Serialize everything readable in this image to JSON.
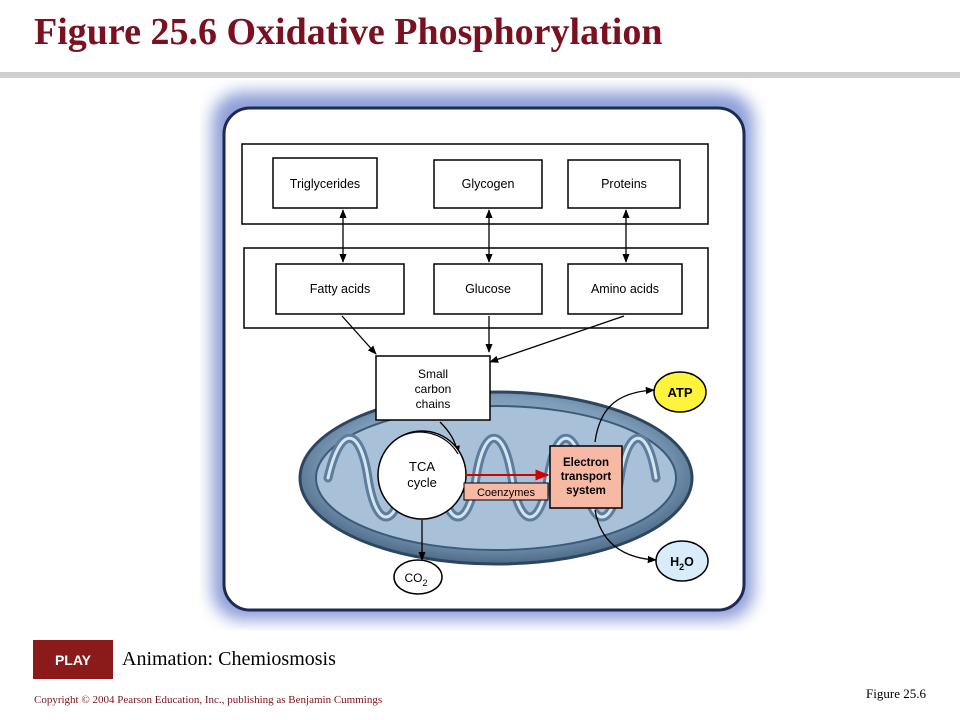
{
  "slide": {
    "title": "Figure 25.6  Oxidative Phosphorylation",
    "play_label": "PLAY",
    "animation_caption": "Animation: Chemiosmosis",
    "copyright": "Copyright © 2004 Pearson Education, Inc., publishing as Benjamin Cummings",
    "figure_label": "Figure 25.6"
  },
  "diagram": {
    "storage": [
      "Triglycerides",
      "Glycogen",
      "Proteins"
    ],
    "building_blocks": [
      "Fatty acids",
      "Glucose",
      "Amino acids"
    ],
    "small_chains": [
      "Small",
      "carbon",
      "chains"
    ],
    "tca": [
      "TCA",
      "cycle"
    ],
    "coenzymes": "Coenzymes",
    "ets": [
      "Electron",
      "transport",
      "system"
    ],
    "atp": "ATP",
    "water": {
      "main": "H",
      "sub": "2",
      "tail": "O"
    },
    "co2": {
      "main": "CO",
      "sub": "2"
    },
    "colors": {
      "title": "#7a1020",
      "play_bg": "#8b1a1a",
      "atp": "#fff33b",
      "water": "#d8ecfb",
      "ets": "#f7b9a3",
      "red_arrow": "#d40000",
      "frame_glow": "#3050b8"
    }
  }
}
